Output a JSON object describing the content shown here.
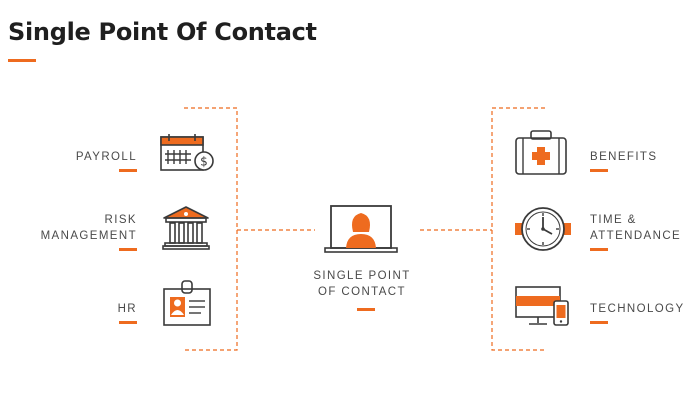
{
  "title": "Single Point Of Contact",
  "center": {
    "line1": "SINGLE POINT",
    "line2": "OF CONTACT",
    "icon": "laptop-person-icon"
  },
  "left_items": [
    {
      "label": [
        "PAYROLL"
      ],
      "icon": "payroll-calendar-icon"
    },
    {
      "label": [
        "RISK",
        "MANAGEMENT"
      ],
      "icon": "bank-building-icon"
    },
    {
      "label": [
        "HR"
      ],
      "icon": "id-badge-icon"
    }
  ],
  "right_items": [
    {
      "label": [
        "BENEFITS"
      ],
      "icon": "medical-kit-icon"
    },
    {
      "label": [
        "TIME &",
        "ATTENDANCE"
      ],
      "icon": "clock-icon"
    },
    {
      "label": [
        "TECHNOLOGY"
      ],
      "icon": "devices-icon"
    }
  ],
  "colors": {
    "accent": "#ee6b1f",
    "stroke": "#3a3a3a",
    "text": "#4a4a4a",
    "title": "#1f1f1f"
  }
}
